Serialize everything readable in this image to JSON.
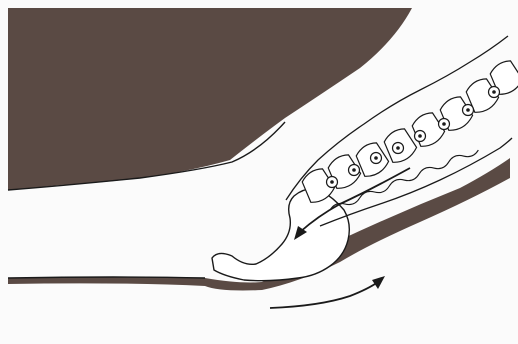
{
  "colors": {
    "background": "#ffffff",
    "shadow": "#5a4a44",
    "line": "#1a1a1a",
    "bone": "#ffffff"
  },
  "illustration": {
    "vertebrae_count": 8,
    "spinal_cord_segment_count": 8,
    "arrows": [
      {
        "name": "spine-movement-arrow",
        "direction": "caudal"
      },
      {
        "name": "pelvis-rotation-arrow",
        "direction": "forward"
      }
    ]
  }
}
